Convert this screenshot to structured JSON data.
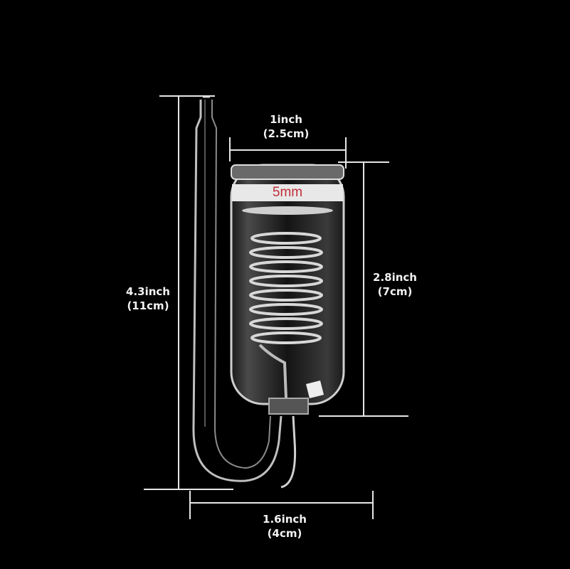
{
  "image": {
    "subject": "glass CO2 diffuser with spiral coil and U-shaped tube",
    "background_color": "#000000",
    "line_color": "#e6e6e6",
    "label_color": "#f2f2f2"
  },
  "dimensions": {
    "width_top": {
      "line1": "1inch",
      "line2": "(2.5cm)"
    },
    "height_chamber": {
      "line1": "2.8inch",
      "line2": "(7cm)"
    },
    "height_total": {
      "line1": "4.3inch",
      "line2": "(11cm)"
    },
    "width_bottom": {
      "line1": "1.6inch",
      "line2": "(4cm)"
    }
  },
  "band": {
    "text": "5mm",
    "text_color": "#c0303a",
    "band_color": "#e8e8e8"
  }
}
